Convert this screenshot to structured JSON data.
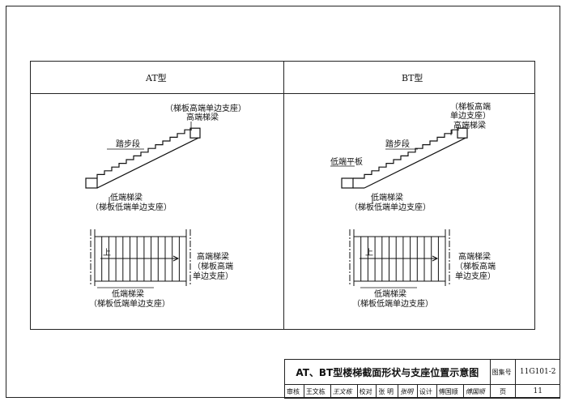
{
  "headers": {
    "at": "AT型",
    "bt": "BT型"
  },
  "at": {
    "top_support": "（梯板高端单边支座）",
    "top_beam": "高端梯梁",
    "step_section": "踏步段",
    "low_beam": "低端梯梁",
    "low_support": "（梯板低端单边支座）",
    "plan_up": "上",
    "plan_high_beam": "高端梯梁",
    "plan_high_support1": "（梯板高端",
    "plan_high_support2": "单边支座）",
    "plan_low_beam": "低端梯梁",
    "plan_low_support": "（梯板低端单边支座）"
  },
  "bt": {
    "top_support1": "（梯板高端",
    "top_support2": "单边支座）",
    "top_beam": "高端梯梁",
    "step_section": "踏步段",
    "low_flat": "低端平板",
    "low_beam": "低端梯梁",
    "low_support": "（梯板低端单边支座）",
    "plan_up": "上",
    "plan_high_beam": "高端梯梁",
    "plan_high_support1": "（梯板高端",
    "plan_high_support2": "单边支座）",
    "plan_low_beam": "低端梯梁",
    "plan_low_support": "（梯板低端单边支座）"
  },
  "title_block": {
    "title": "AT、BT型楼梯截面形状与支座位置示意图",
    "atlas_label": "图集号",
    "atlas_no": "11G101-2",
    "review_label": "审核",
    "reviewer": "王文栋",
    "review_sig": "王文栋",
    "check_label": "校对",
    "checker": "张 明",
    "check_sig": "张明",
    "design_label": "设计",
    "designer": "傅国顺",
    "design_sig": "傅国顺",
    "page_label": "页",
    "page_no": "11"
  }
}
